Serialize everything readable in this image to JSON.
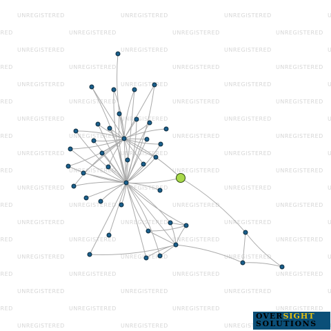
{
  "watermark_text": "UNREGISTERED",
  "logo": {
    "word1a": "OVER",
    "word1b": "SIGHT",
    "word2": "SOLUTIONS",
    "color_bg": "#0b4f78",
    "color_accent": "#e6c010"
  },
  "colors": {
    "node": "#1a5f8c",
    "highlight": "#a9d94a",
    "edge": "#a9a9a9"
  },
  "network": {
    "highlighted_node": "g",
    "nodes": [
      "h1",
      "h2",
      "g",
      "n1",
      "n2",
      "n3",
      "n4",
      "n5",
      "n6",
      "n7",
      "n8",
      "n9",
      "n10",
      "n11",
      "n12",
      "n13",
      "n14",
      "n15",
      "n16",
      "n17",
      "n18",
      "n19",
      "n20",
      "n21",
      "n22",
      "n23",
      "n24",
      "n25",
      "n26",
      "n27",
      "n28",
      "n29",
      "n30",
      "n31",
      "n32",
      "n33",
      "n34",
      "n35",
      "n36",
      "n37",
      "n38",
      "n39"
    ],
    "edges": [
      [
        "h1",
        "n1"
      ],
      [
        "h1",
        "n2"
      ],
      [
        "h1",
        "n3"
      ],
      [
        "h1",
        "n4"
      ],
      [
        "h1",
        "n5"
      ],
      [
        "h1",
        "n6"
      ],
      [
        "h1",
        "n7"
      ],
      [
        "h1",
        "n8"
      ],
      [
        "h1",
        "n9"
      ],
      [
        "h1",
        "n10"
      ],
      [
        "h1",
        "n11"
      ],
      [
        "h1",
        "n12"
      ],
      [
        "h1",
        "n13"
      ],
      [
        "h1",
        "n14"
      ],
      [
        "h1",
        "n15"
      ],
      [
        "h1",
        "n16"
      ],
      [
        "h1",
        "n17"
      ],
      [
        "h1",
        "n18"
      ],
      [
        "h1",
        "n19"
      ],
      [
        "h1",
        "n20"
      ],
      [
        "h1",
        "n21"
      ],
      [
        "h1",
        "n22"
      ],
      [
        "h1",
        "n23"
      ],
      [
        "h1",
        "n24"
      ],
      [
        "h1",
        "g"
      ],
      [
        "h1",
        "h2"
      ],
      [
        "h2",
        "n2"
      ],
      [
        "h2",
        "n3"
      ],
      [
        "h2",
        "n4"
      ],
      [
        "h2",
        "n5"
      ],
      [
        "h2",
        "n6"
      ],
      [
        "h2",
        "n7"
      ],
      [
        "h2",
        "n8"
      ],
      [
        "h2",
        "n9"
      ],
      [
        "h2",
        "n10"
      ],
      [
        "h2",
        "n11"
      ],
      [
        "h2",
        "n12"
      ],
      [
        "h2",
        "n14"
      ],
      [
        "h2",
        "n15"
      ],
      [
        "h2",
        "n16"
      ],
      [
        "h2",
        "n17"
      ],
      [
        "h2",
        "n18"
      ],
      [
        "h2",
        "n19"
      ],
      [
        "h2",
        "n20"
      ],
      [
        "h2",
        "n21"
      ],
      [
        "h2",
        "n22"
      ],
      [
        "h2",
        "n23"
      ],
      [
        "h2",
        "n24"
      ],
      [
        "h2",
        "n25"
      ],
      [
        "h2",
        "n26"
      ],
      [
        "h2",
        "n27"
      ],
      [
        "h2",
        "n28"
      ],
      [
        "h2",
        "n29"
      ],
      [
        "h2",
        "n30"
      ],
      [
        "h2",
        "n31"
      ],
      [
        "h2",
        "n32"
      ],
      [
        "h2",
        "n33"
      ],
      [
        "h2",
        "n34"
      ],
      [
        "h2",
        "n35"
      ],
      [
        "h2",
        "g"
      ],
      [
        "n32",
        "n36"
      ],
      [
        "n32",
        "n30"
      ],
      [
        "n32",
        "n31"
      ],
      [
        "n32",
        "n33"
      ],
      [
        "n32",
        "n34"
      ],
      [
        "n32",
        "n35"
      ],
      [
        "n32",
        "n38"
      ],
      [
        "n31",
        "n33"
      ],
      [
        "n30",
        "n33"
      ],
      [
        "g",
        "n37"
      ],
      [
        "n37",
        "n38"
      ],
      [
        "n37",
        "n39"
      ],
      [
        "n38",
        "n39"
      ],
      [
        "n36",
        "h2"
      ]
    ]
  }
}
